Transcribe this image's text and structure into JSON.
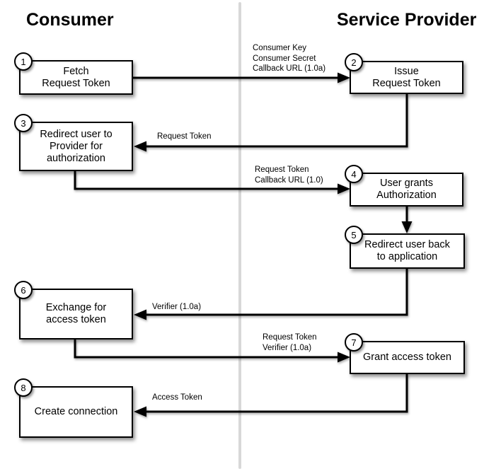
{
  "headings": {
    "consumer": "Consumer",
    "service_provider": "Service Provider"
  },
  "steps": [
    {
      "number": "1",
      "actor": "consumer",
      "label": "Fetch\nRequest Token"
    },
    {
      "number": "2",
      "actor": "service_provider",
      "label": "Issue\nRequest Token"
    },
    {
      "number": "3",
      "actor": "consumer",
      "label": "Redirect user to\nProvider for\nauthorization"
    },
    {
      "number": "4",
      "actor": "service_provider",
      "label": "User grants\nAuthorization"
    },
    {
      "number": "5",
      "actor": "service_provider",
      "label": "Redirect user back\nto application"
    },
    {
      "number": "6",
      "actor": "consumer",
      "label": "Exchange for\naccess token"
    },
    {
      "number": "7",
      "actor": "service_provider",
      "label": "Grant access token"
    },
    {
      "number": "8",
      "actor": "consumer",
      "label": "Create connection"
    }
  ],
  "arrows": [
    {
      "from": "1",
      "to": "2",
      "label": "Consumer Key\nConsumer Secret\nCallback URL (1.0a)"
    },
    {
      "from": "2",
      "to": "3",
      "label": "Request Token"
    },
    {
      "from": "3",
      "to": "4",
      "label": "Request Token\nCallback URL (1.0)"
    },
    {
      "from": "4",
      "to": "5",
      "label": ""
    },
    {
      "from": "5",
      "to": "6",
      "label": "Verifier (1.0a)"
    },
    {
      "from": "6",
      "to": "7",
      "label": "Request Token\nVerifier (1.0a)"
    },
    {
      "from": "7",
      "to": "8",
      "label": "Access Token"
    }
  ],
  "colors": {
    "line": "#000000",
    "divider": "#d8d8d8",
    "box_fill": "#ffffff",
    "text": "#000000"
  }
}
